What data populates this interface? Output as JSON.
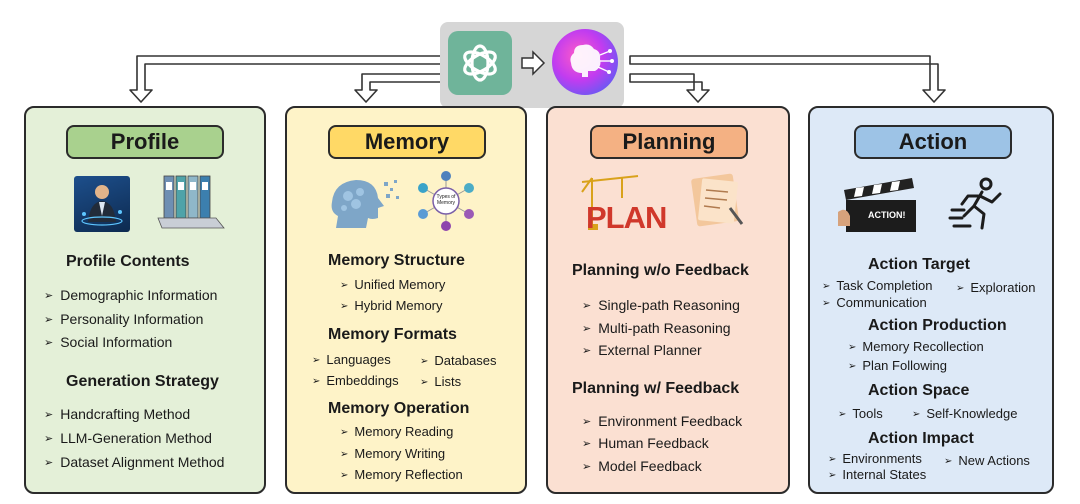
{
  "profile": {
    "title": "Profile",
    "contents_heading": "Profile Contents",
    "contents": [
      "Demographic Information",
      "Personality Information",
      "Social Information"
    ],
    "strategy_heading": "Generation Strategy",
    "strategy": [
      "Handcrafting Method",
      "LLM-Generation Method",
      "Dataset Alignment Method"
    ]
  },
  "memory": {
    "title": "Memory",
    "illustration_label": "Types of Memory",
    "structure_heading": "Memory Structure",
    "structure": [
      "Unified Memory",
      "Hybrid Memory"
    ],
    "formats_heading": "Memory Formats",
    "formats": [
      "Languages",
      "Databases",
      "Embeddings",
      "Lists"
    ],
    "operation_heading": "Memory Operation",
    "operation": [
      "Memory Reading",
      "Memory Writing",
      "Memory Reflection"
    ]
  },
  "planning": {
    "title": "Planning",
    "illustration_text": "PLAN",
    "wo_heading": "Planning w/o Feedback",
    "wo": [
      "Single-path Reasoning",
      "Multi-path Reasoning",
      "External Planner"
    ],
    "w_heading": "Planning w/ Feedback",
    "w": [
      "Environment Feedback",
      "Human Feedback",
      "Model Feedback"
    ]
  },
  "action": {
    "title": "Action",
    "illustration_text": "ACTION!",
    "target_heading": "Action Target",
    "target": [
      "Task Completion",
      "Exploration",
      "Communication"
    ],
    "production_heading": "Action Production",
    "production": [
      "Memory Recollection",
      "Plan Following"
    ],
    "space_heading": "Action Space",
    "space": [
      "Tools",
      "Self-Knowledge"
    ],
    "impact_heading": "Action Impact",
    "impact": [
      "Environments",
      "New Actions",
      "Internal States"
    ]
  },
  "colors": {
    "profile_bg": "#e4f0d8",
    "profile_pill": "#a9d18e",
    "memory_bg": "#fef3c8",
    "memory_pill": "#ffd966",
    "planning_bg": "#fbe0d2",
    "planning_pill": "#f4b183",
    "action_bg": "#dde9f7",
    "action_pill": "#9dc3e6"
  },
  "icons": [
    "openai-logo-icon",
    "brain-circuit-icon",
    "businessman-icon",
    "binders-laptop-icon",
    "head-gears-icon",
    "memory-types-icon",
    "plan-crane-icon",
    "checklist-icon",
    "clapperboard-icon",
    "running-man-icon"
  ]
}
